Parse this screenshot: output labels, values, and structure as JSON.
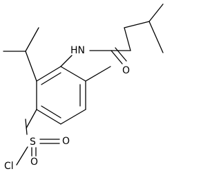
{
  "molecule": {
    "atom_labels": {
      "amide_nh": "HN",
      "carbonyl_o": "O",
      "sulfonyl_s": "S",
      "sulfonyl_o_top": "O",
      "sulfonyl_o_right": "O",
      "chlorine": "Cl"
    }
  }
}
